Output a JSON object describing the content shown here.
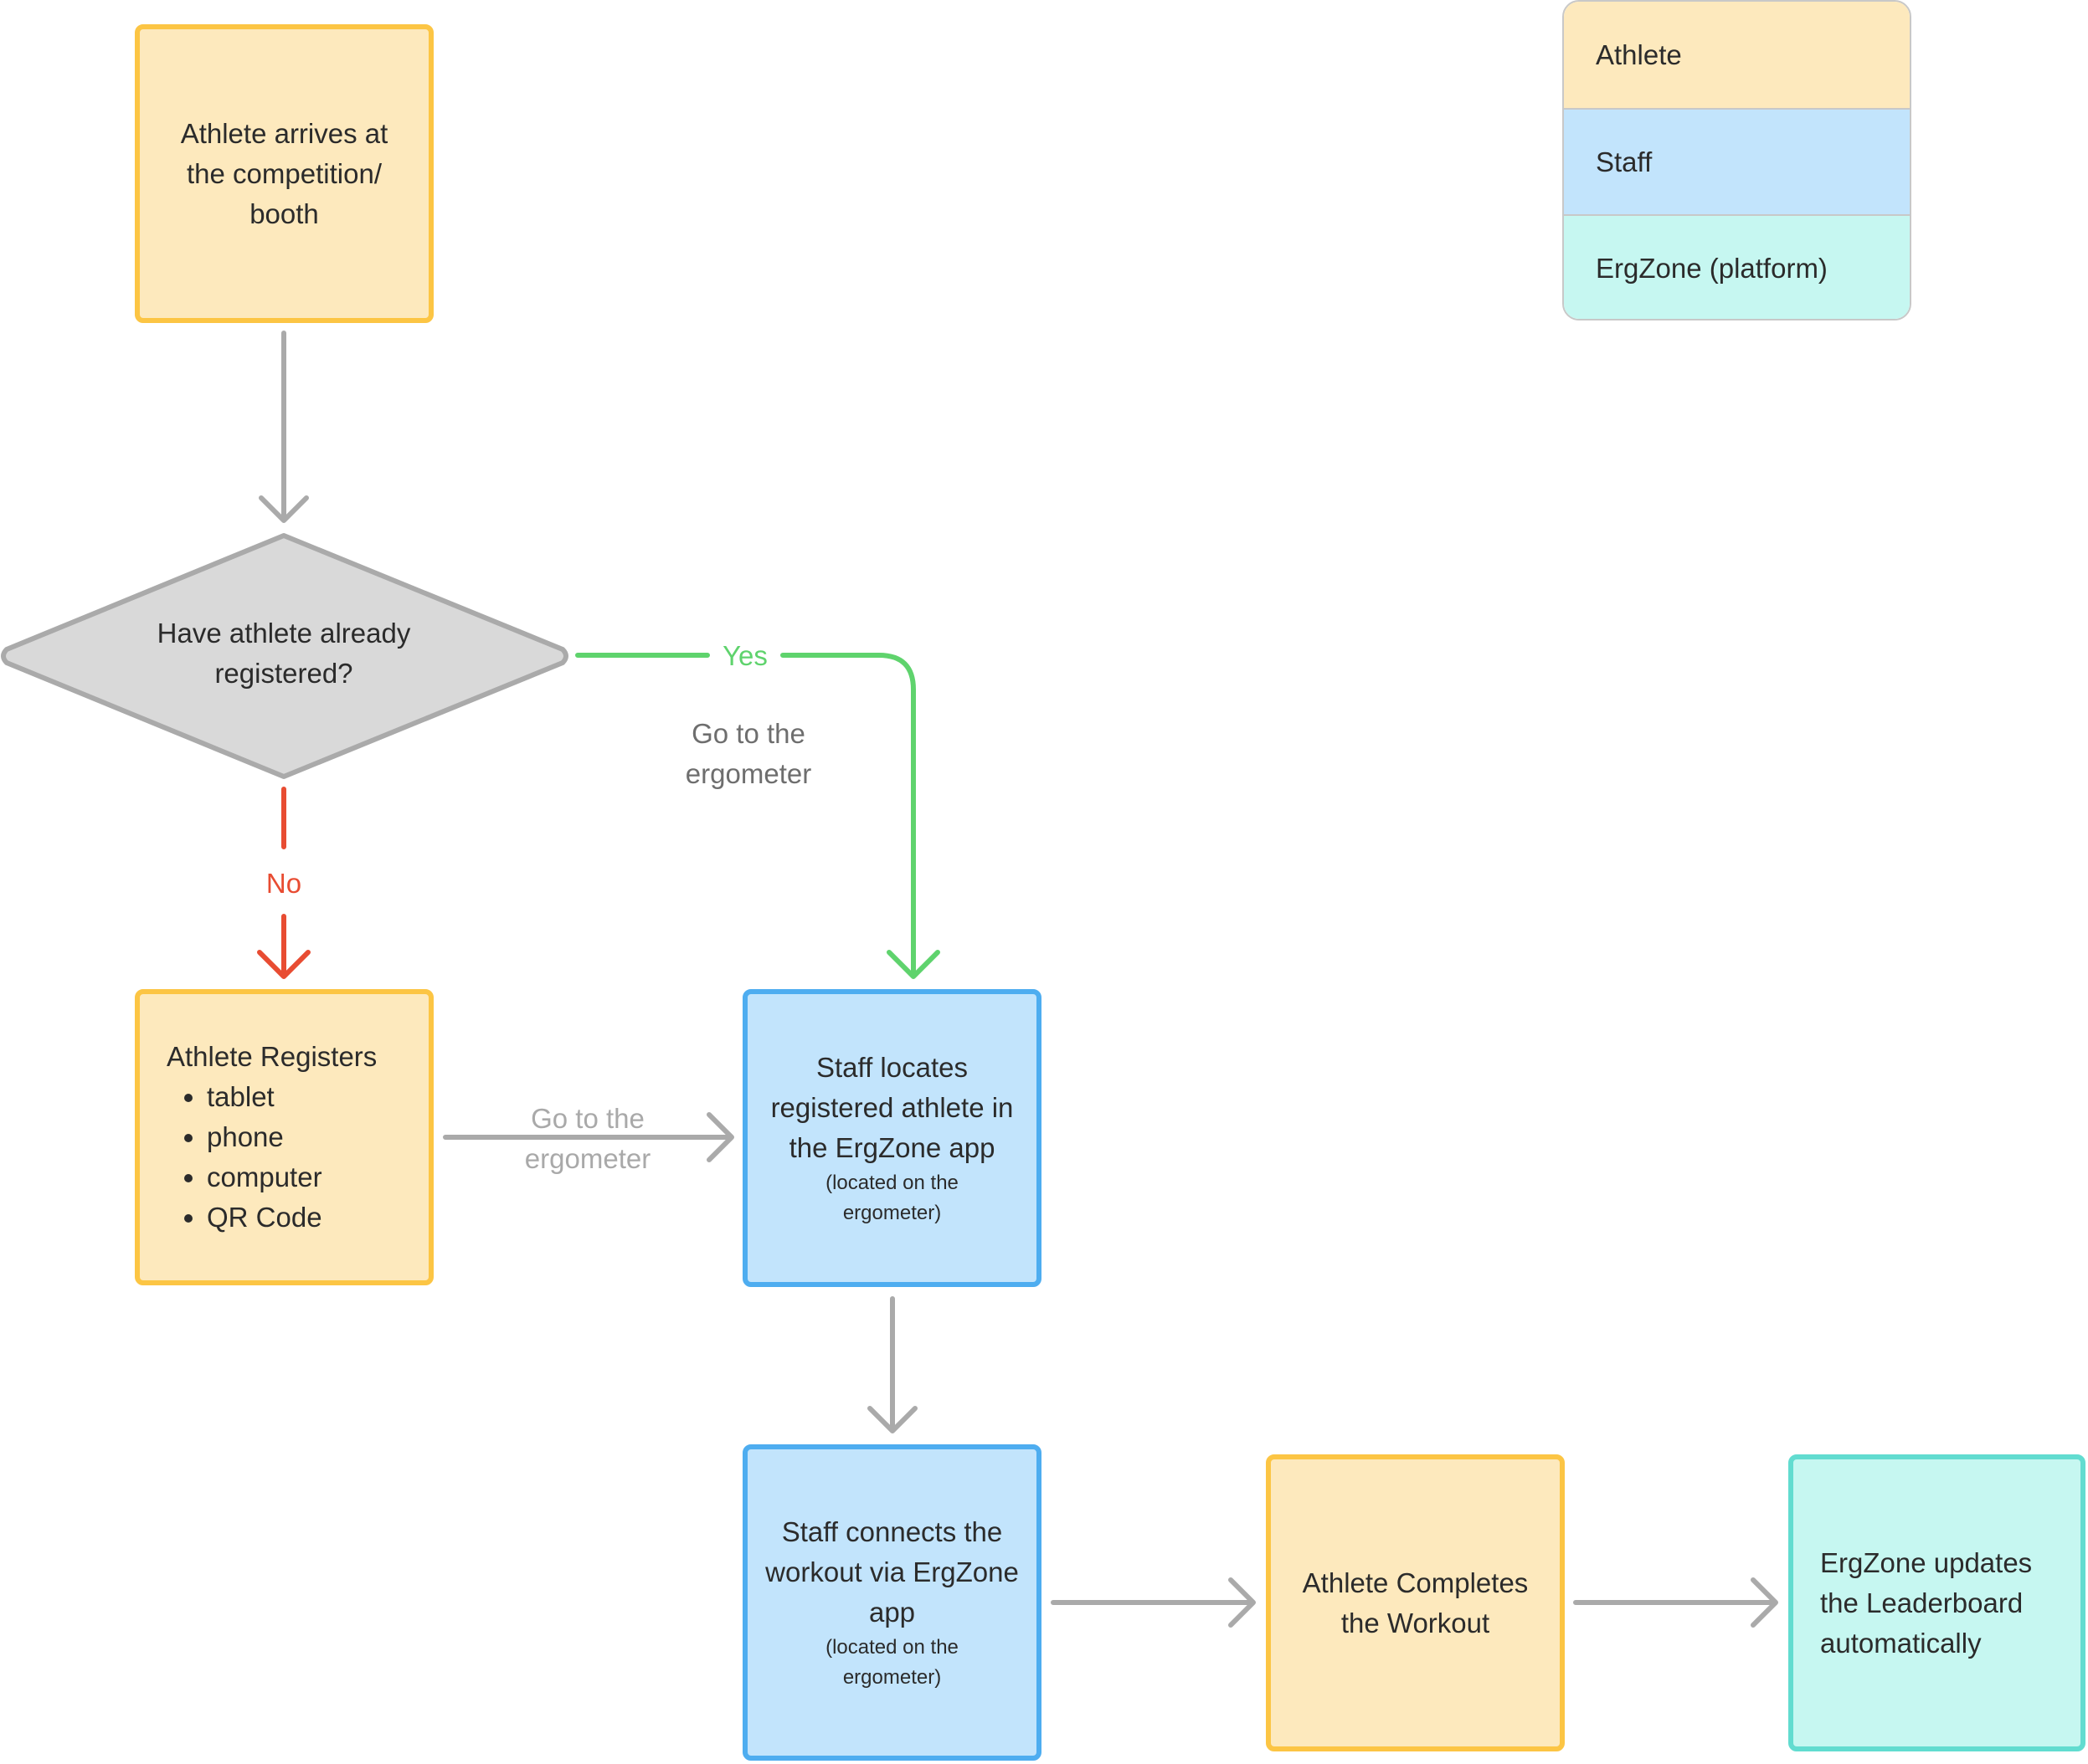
{
  "colors": {
    "athlete_fill": "#fde9bd",
    "athlete_border": "#fcc544",
    "staff_fill": "#c2e4fc",
    "staff_border": "#4eadf0",
    "platform_fill": "#c6f7f1",
    "platform_border": "#62dcd0",
    "decision_fill": "#d9d9d9",
    "connector_gray": "#aaaaaa",
    "yes_green": "#5fd36d",
    "no_red": "#e84c32"
  },
  "legend": {
    "athlete": "Athlete",
    "staff": "Staff",
    "platform": "ErgZone (platform)"
  },
  "nodes": {
    "arrive": "Athlete arrives at the competition/ booth",
    "decision": "Have athlete already registered?",
    "register": {
      "title": "Athlete Registers",
      "items": [
        "tablet",
        "phone",
        "computer",
        "QR Code"
      ]
    },
    "locate": {
      "text": "Staff locates registered athlete in  the ErgZone app",
      "note": "(located on the ergometer)"
    },
    "connect": {
      "text": "Staff connects the workout via ErgZone app",
      "note": "(located on the ergometer)"
    },
    "complete": "Athlete Completes the Workout",
    "leaderboard": "ErgZone updates the Leaderboard automatically"
  },
  "edges": {
    "yes_label": "Yes",
    "no_label": "No",
    "yes_note": "Go to the ergometer",
    "register_note": "Go to the ergometer"
  }
}
